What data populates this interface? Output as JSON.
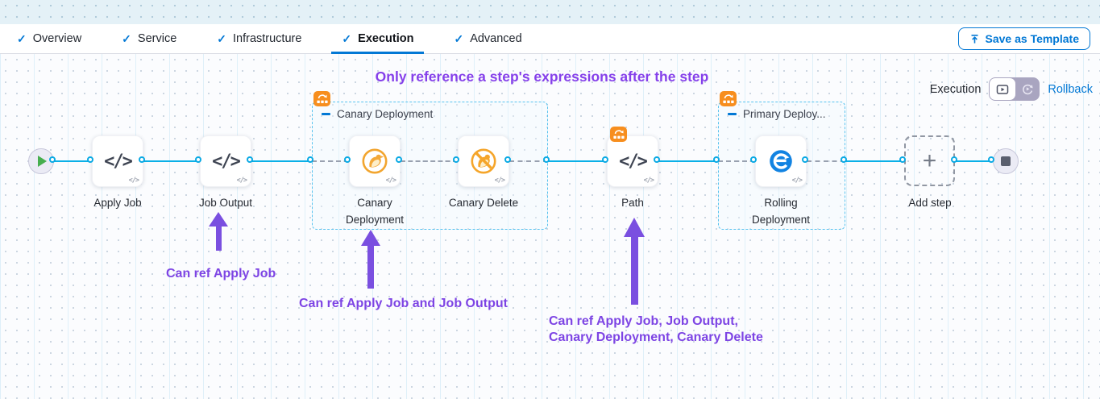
{
  "tab_bar": {
    "tabs": [
      {
        "label": "Overview"
      },
      {
        "label": "Service"
      },
      {
        "label": "Infrastructure"
      },
      {
        "label": "Execution"
      },
      {
        "label": "Advanced"
      }
    ],
    "save_as_template_label": "Save as Template"
  },
  "mode_switch": {
    "execution_label": "Execution",
    "rollback_label": "Rollback"
  },
  "annotations": {
    "heading": "Only reference a step's expressions after the step",
    "note_job_output": "Can ref Apply Job",
    "note_canary": "Can ref Apply Job and Job Output",
    "note_path": "Can ref Apply Job, Job Output, Canary Deployment, Canary Delete"
  },
  "pipeline": {
    "steps": [
      {
        "label": "Apply Job",
        "icon": "code-icon"
      },
      {
        "label": "Job Output",
        "icon": "code-icon"
      },
      {
        "label": "Canary Deployment",
        "icon": "canary-icon"
      },
      {
        "label": "Canary Delete",
        "icon": "canary-delete-icon"
      },
      {
        "label": "Path",
        "icon": "code-icon"
      },
      {
        "label": "Rolling Deployment",
        "icon": "rolling-deployment-icon"
      },
      {
        "label": "Add step",
        "icon": "plus-icon"
      }
    ],
    "groups": [
      {
        "label": "Canary Deployment"
      },
      {
        "label": "Primary Deploy..."
      }
    ]
  },
  "icons": {
    "check": "✓",
    "code": "</>",
    "code_badge": "</>",
    "plus": "+"
  },
  "colors": {
    "accent_blue": "#0278d5",
    "connector_blue": "#0bb0e7",
    "annotation_purple": "#7d44e4",
    "badge_orange": "#f78e1e"
  }
}
